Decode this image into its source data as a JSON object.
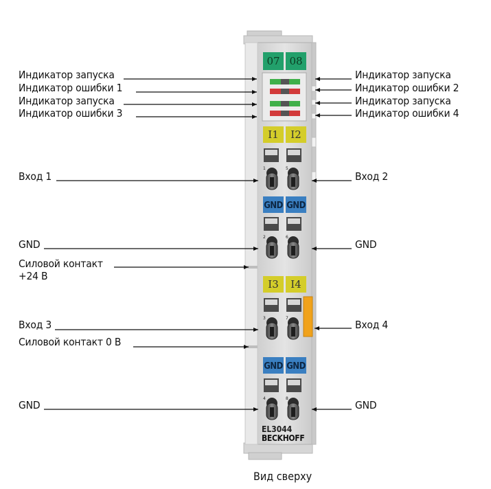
{
  "labels_left": {
    "run_led_1": "Индикатор запуска",
    "error_led_1": "Индикатор ошибки 1",
    "run_led_3": "Индикатор запуска",
    "error_led_3": "Индикатор ошибки 3",
    "input_1": "Вход 1",
    "gnd_1": "GND",
    "power_contact_24v_line1": "Силовой контакт",
    "power_contact_24v_line2": "+24 В",
    "input_3": "Вход 3",
    "power_contact_0v": "Силовой контакт 0 В",
    "gnd_3": "GND"
  },
  "labels_right": {
    "run_led_2": "Индикатор запуска",
    "error_led_2": "Индикатор ошибки 2",
    "run_led_4": "Индикатор запуска",
    "error_led_4": "Индикатор ошибки 4",
    "input_2": "Вход 2",
    "gnd_2": "GND",
    "input_4": "Вход 4",
    "gnd_4": "GND"
  },
  "module": {
    "channel_tags": [
      "07",
      "08"
    ],
    "input_tags_top": [
      "I1",
      "I2"
    ],
    "input_tags_bottom": [
      "I3",
      "I4"
    ],
    "gnd_tag": "GND",
    "terminal_numbers": [
      "1",
      "5",
      "2",
      "6",
      "3",
      "7",
      "4",
      "8"
    ],
    "model": "EL3044",
    "brand": "BECKHOFF"
  },
  "caption": "Вид сверху",
  "colors": {
    "module_body": "#d9d9d9",
    "channel_tag_green": "#22a06b",
    "input_tag_yellow": "#d4cd2a",
    "gnd_tag_blue": "#3a7fc1",
    "led_green": "#3fb04a",
    "led_red": "#d23a3a",
    "side_tab_orange": "#f0a21b",
    "leader_line": "#111111"
  }
}
